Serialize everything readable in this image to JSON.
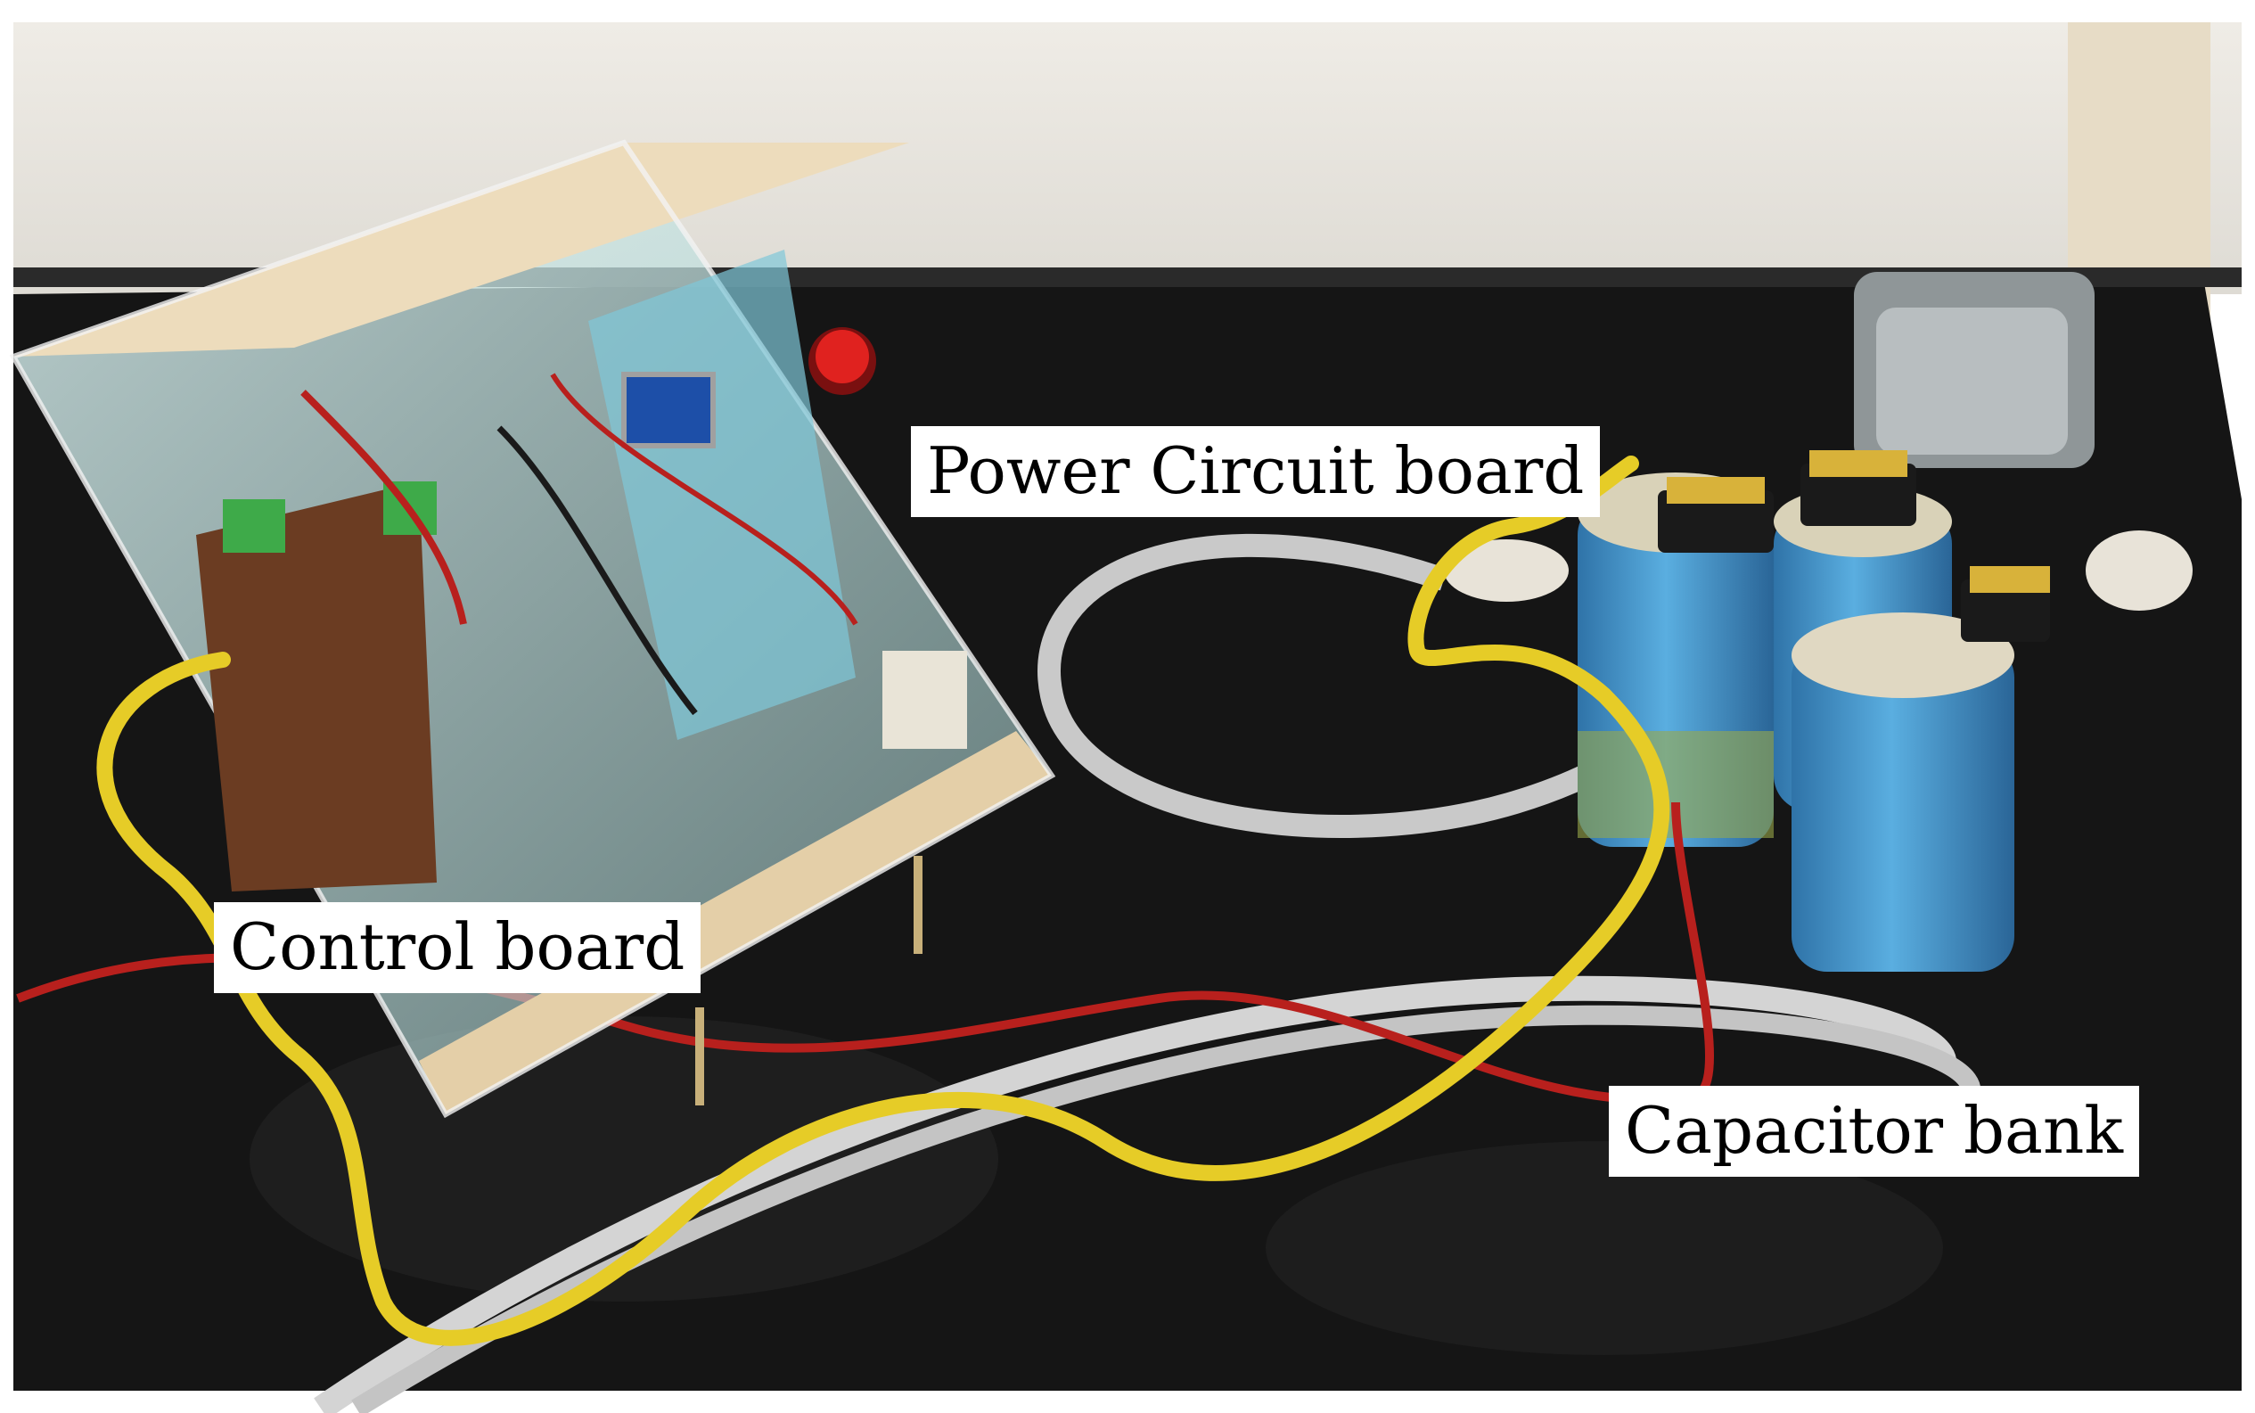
{
  "labels": {
    "power_circuit_board": "Power Circuit board",
    "control_board": "Control board",
    "capacitor_bank": "Capacitor bank"
  },
  "colors": {
    "wall": "#e9e6e0",
    "countertop": "#141414",
    "capacitor_blue": "#3f8fc4",
    "wire_yellow": "#e6cc27",
    "wire_red": "#b8201d",
    "wire_gray": "#c9c9c9",
    "enclosure_wood": "#e8d6b4"
  }
}
